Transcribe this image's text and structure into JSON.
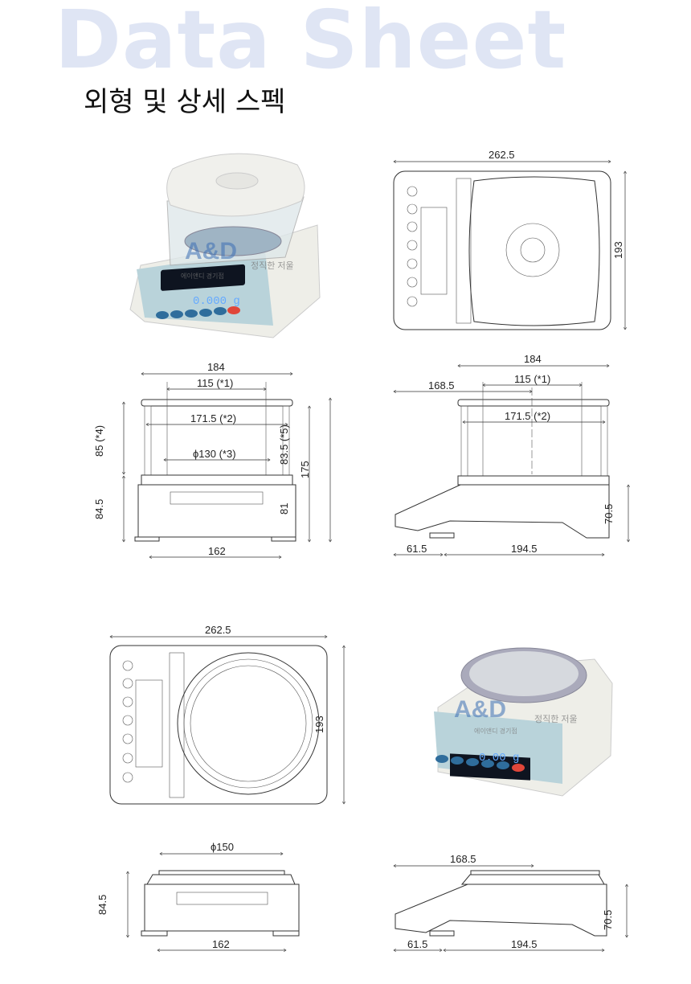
{
  "watermark": "Data Sheet",
  "heading": "외형 및 상세 스펙",
  "photo_watermark": {
    "logo": "A&D",
    "line1": "정직한 저울",
    "line2": "에이앤디 경기점"
  },
  "colors": {
    "watermark": "#dfe5f4",
    "panel": "#b9d3da",
    "button": "#2f6d9c",
    "button_red": "#e0463a",
    "display": "#0e1420"
  },
  "drawing1": {
    "top_view": {
      "width": "262.5",
      "depth": "193"
    },
    "front_view": {
      "width": "184",
      "shield_inner": "115 (*1)",
      "shield_width": "171.5 (*2)",
      "pan": "ϕ130  (*3)",
      "shield_height": "85  (*4)",
      "inner_height": "83.5 (*5)",
      "total_height": "175",
      "base_height": "84.5",
      "base_inner": "81",
      "feet": "162"
    },
    "side_view": {
      "width": "184",
      "shield_inner": "115 (*1)",
      "center": "168.5",
      "shield_width": "171.5 (*2)",
      "height": "70.5",
      "front": "61.5",
      "feet": "194.5"
    }
  },
  "drawing2": {
    "top_view": {
      "width": "262.5",
      "depth": "193"
    },
    "front_view": {
      "pan": "ϕ150",
      "height": "84.5",
      "feet": "162"
    },
    "side_view": {
      "center": "168.5",
      "height": "70.5",
      "front": "61.5",
      "feet": "194.5"
    }
  },
  "display1": "0.000 g",
  "display2": "0.00 g"
}
